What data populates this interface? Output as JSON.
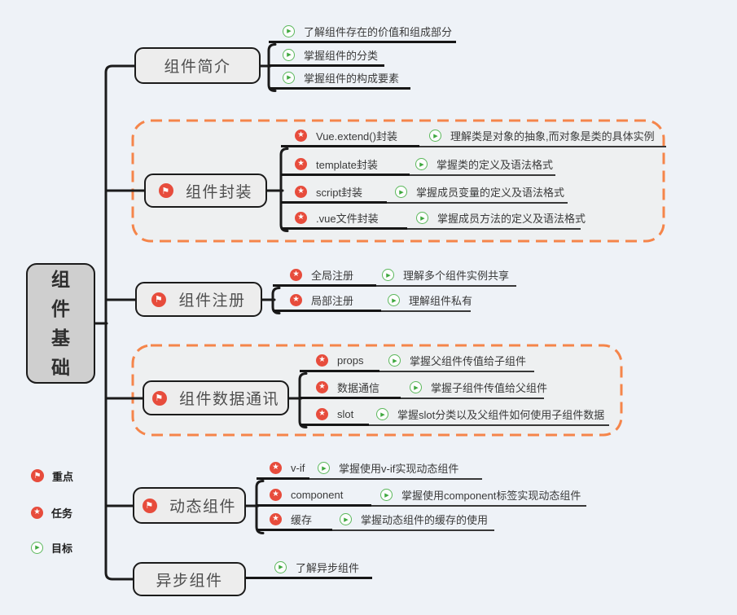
{
  "root": {
    "title": "组件基础"
  },
  "branches": [
    {
      "title": "组件简介",
      "icon": null,
      "children": [
        {
          "goal": "了解组件存在的价值和组成部分"
        },
        {
          "goal": "掌握组件的分类"
        },
        {
          "goal": "掌握组件的构成要素"
        }
      ]
    },
    {
      "title": "组件封装",
      "icon": "flag-icon",
      "grouped": true,
      "children": [
        {
          "task": "Vue.extend()封装",
          "goal": "理解类是对象的抽象,而对象是类的具体实例"
        },
        {
          "task": "template封装",
          "goal": "掌握类的定义及语法格式"
        },
        {
          "task": "script封装",
          "goal": "掌握成员变量的定义及语法格式"
        },
        {
          "task": ".vue文件封装",
          "goal": "掌握成员方法的定义及语法格式"
        }
      ]
    },
    {
      "title": "组件注册",
      "icon": "flag-icon",
      "children": [
        {
          "task": "全局注册",
          "goal": "理解多个组件实例共享"
        },
        {
          "task": "局部注册",
          "goal": "理解组件私有"
        }
      ]
    },
    {
      "title": "组件数据通讯",
      "icon": "flag-icon",
      "grouped": true,
      "children": [
        {
          "task": "props",
          "goal": "掌握父组件传值给子组件"
        },
        {
          "task": "数据通信",
          "goal": "掌握子组件传值给父组件"
        },
        {
          "task": "slot",
          "goal": "掌握slot分类以及父组件如何使用子组件数据"
        }
      ]
    },
    {
      "title": "动态组件",
      "icon": "flag-icon",
      "children": [
        {
          "task": "v-if",
          "goal": "掌握使用v-if实现动态组件"
        },
        {
          "task": "component",
          "goal": "掌握使用component标签实现动态组件"
        },
        {
          "task": "缓存",
          "goal": "掌握动态组件的缓存的使用"
        }
      ]
    },
    {
      "title": "异步组件",
      "icon": null,
      "children": [
        {
          "goal": "了解异步组件"
        }
      ]
    }
  ],
  "legend": [
    {
      "icon": "flag-icon",
      "label": "重点"
    },
    {
      "icon": "star-icon",
      "label": "任务"
    },
    {
      "icon": "goal-icon",
      "label": "目标"
    }
  ],
  "colors": {
    "background": "#eef2f7",
    "line": "#1b1b1b",
    "task_red": "#e74c3c",
    "goal_green": "#5cb85c",
    "group_orange": "#f5854a",
    "node_fill": "#ededed",
    "root_fill": "#cfcfcf"
  }
}
